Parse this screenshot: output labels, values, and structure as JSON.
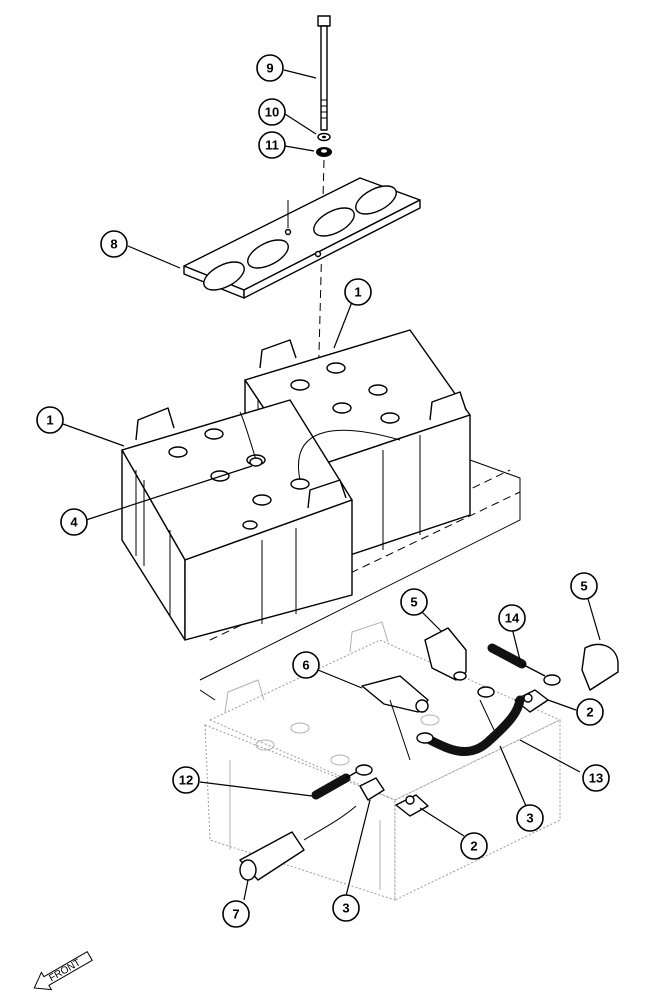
{
  "callouts": [
    {
      "id": "c9",
      "label": "9"
    },
    {
      "id": "c10",
      "label": "10"
    },
    {
      "id": "c11",
      "label": "11"
    },
    {
      "id": "c8",
      "label": "8"
    },
    {
      "id": "c1a",
      "label": "1"
    },
    {
      "id": "c1b",
      "label": "1"
    },
    {
      "id": "c4",
      "label": "4"
    },
    {
      "id": "c5a",
      "label": "5"
    },
    {
      "id": "c5b",
      "label": "5"
    },
    {
      "id": "c14",
      "label": "14"
    },
    {
      "id": "c6",
      "label": "6"
    },
    {
      "id": "c2a",
      "label": "2"
    },
    {
      "id": "c13",
      "label": "13"
    },
    {
      "id": "c12",
      "label": "12"
    },
    {
      "id": "c3a",
      "label": "3"
    },
    {
      "id": "c2b",
      "label": "2"
    },
    {
      "id": "c3b",
      "label": "3"
    },
    {
      "id": "c7",
      "label": "7"
    }
  ],
  "front_label": "FRONT",
  "parts": {
    "bolt": "hold-down-bolt",
    "lock_washer": "lock-washer",
    "flat_washer": "flat-washer",
    "hold_down_bracket": "battery-hold-down",
    "battery": "battery",
    "vent_tube": "vent-tube",
    "terminal_boot": "terminal-boot",
    "battery_cable": "battery-cable",
    "terminal_clamp": "terminal-clamp",
    "jumper_cable": "jumper-cable"
  }
}
